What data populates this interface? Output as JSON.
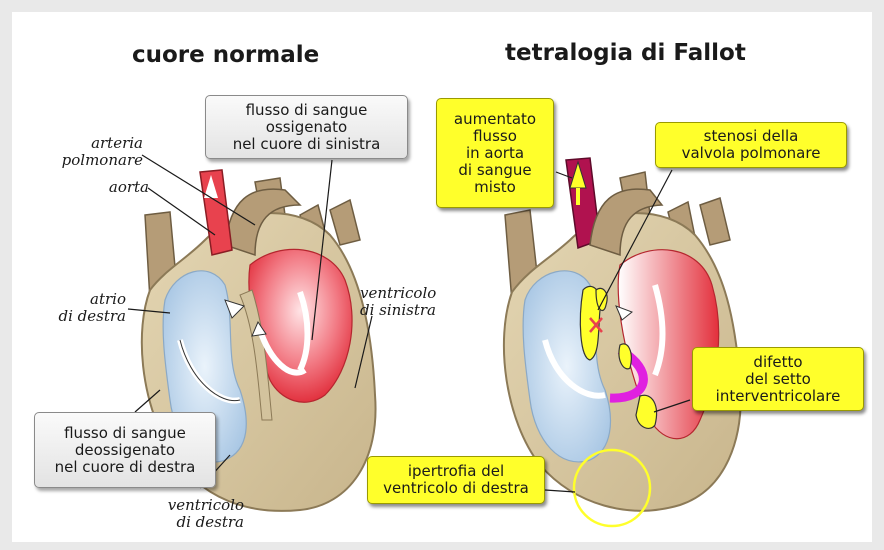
{
  "titles": {
    "left": "cuore normale",
    "right": "tetralogia di Fallot"
  },
  "left_labels": {
    "arteria_polmonare": "arteria\npolmonare",
    "aorta": "aorta",
    "atrio_di_destra": "atrio\ndi destra",
    "ventricolo_di_sinistra": "ventricolo\ndi sinistra",
    "ventricolo_di_destra": "ventricolo\ndi destra"
  },
  "left_boxes": {
    "oxygenated": "flusso di sangue\nossigenato\nnel cuore di sinistra",
    "deoxygenated": "flusso di sangue\ndeossigenato\nnel cuore di destra"
  },
  "right_boxes": {
    "aorta_flow": "aumentato\nflusso\nin aorta\ndi sangue\nmisto",
    "pulmonary_stenosis": "stenosi della\nvalvola polmonare",
    "septal_defect": "difetto\ndel setto\ninterventricolare",
    "rv_hypertrophy": "ipertrofia del\nventricolo di destra"
  },
  "colors": {
    "background": "#e9e9e9",
    "panel": "#ffffff",
    "heart_wall": "#d3c39d",
    "vessel": "#b59c77",
    "oxygenated_red": "#e8424e",
    "deoxygenated_blue": "#c8dcef",
    "mixed_blood": "#b0124f",
    "highlight_yellow": "#ffff2b",
    "defect_magenta": "#e020e0"
  }
}
